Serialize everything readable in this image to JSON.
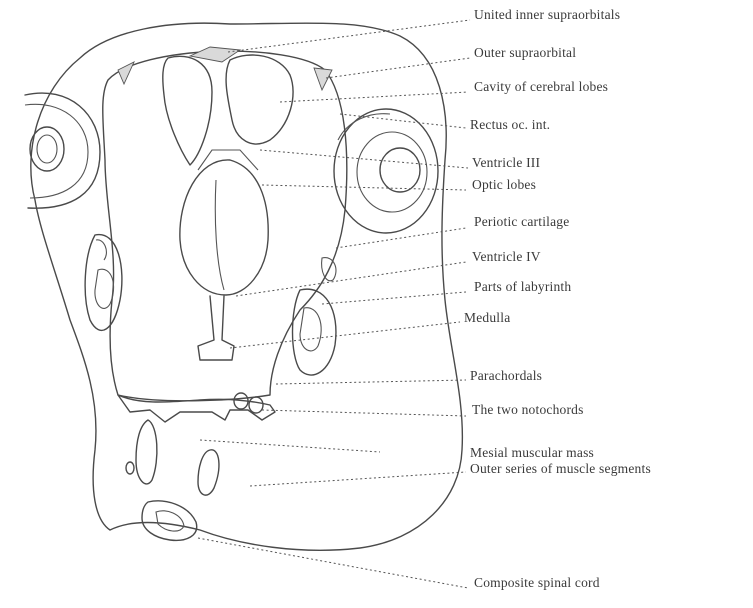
{
  "figure": {
    "labels": [
      "United inner supraorbitals",
      "Outer supraorbital",
      "Cavity of cerebral lobes",
      "Rectus oc. int.",
      "Ventricle III",
      "Optic lobes",
      "Periotic cartilage",
      "Ventricle IV",
      "Parts of labyrinth",
      "Medulla",
      "Parachordals",
      "The two notochords",
      "Mesial muscular mass",
      "Outer series of muscle segments",
      "Composite spinal cord"
    ]
  }
}
